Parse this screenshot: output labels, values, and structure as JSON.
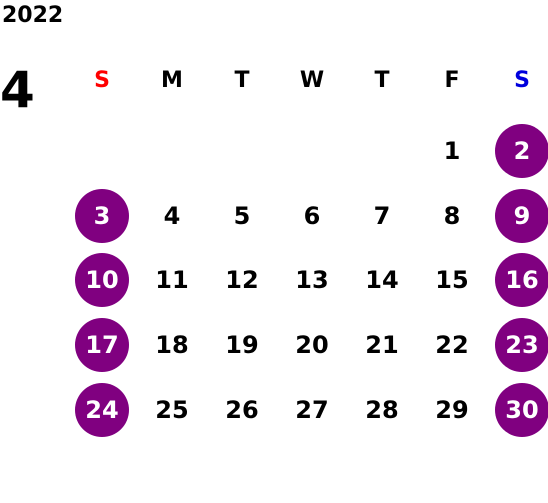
{
  "calendar": {
    "year": "2022",
    "month": "4",
    "weekdays": [
      "S",
      "M",
      "T",
      "W",
      "T",
      "F",
      "S"
    ],
    "weekday_colors": {
      "sunday": "#ff0000",
      "saturday": "#0000dd"
    },
    "highlight_color": "#800080",
    "weeks": [
      [
        "",
        "",
        "",
        "",
        "",
        "1",
        "2"
      ],
      [
        "3",
        "4",
        "5",
        "6",
        "7",
        "8",
        "9"
      ],
      [
        "10",
        "11",
        "12",
        "13",
        "14",
        "15",
        "16"
      ],
      [
        "17",
        "18",
        "19",
        "20",
        "21",
        "22",
        "23"
      ],
      [
        "24",
        "25",
        "26",
        "27",
        "28",
        "29",
        "30"
      ]
    ],
    "highlighted_days": [
      "2",
      "3",
      "9",
      "10",
      "16",
      "17",
      "23",
      "24",
      "30"
    ]
  }
}
